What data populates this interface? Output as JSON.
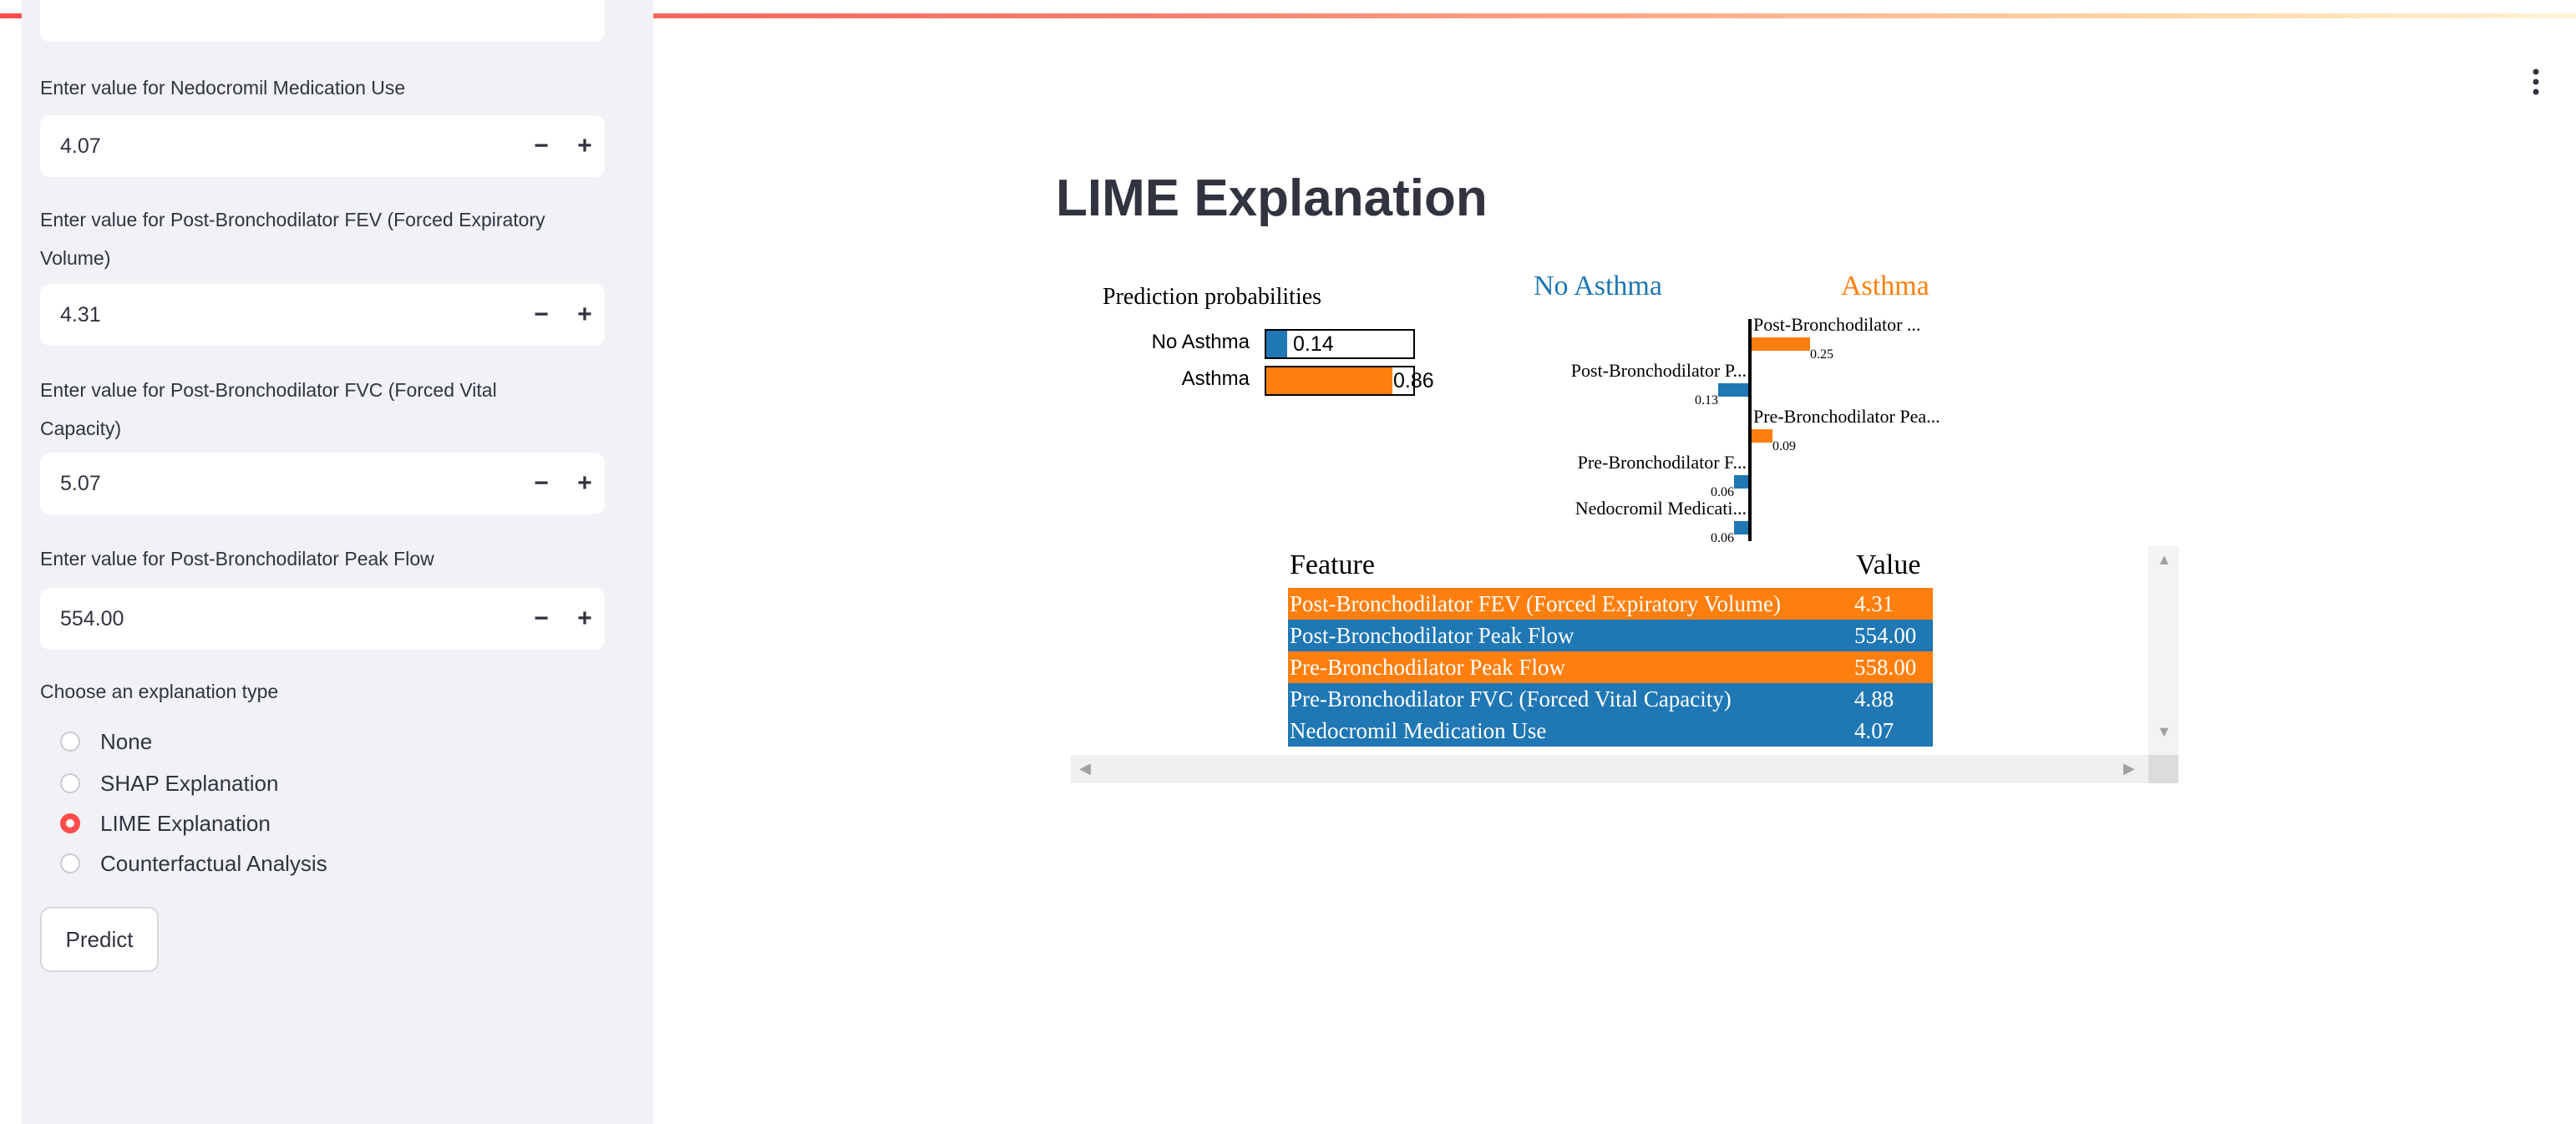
{
  "colors": {
    "accent": "#ff4b4b",
    "sidebar_bg": "#f0f2f6",
    "no_asthma": "#1f77b4",
    "asthma": "#ff7f0e",
    "row_blue": "#1f77b4",
    "row_orange": "#ff7f0e"
  },
  "sidebar": {
    "inputs": [
      {
        "label": "Enter value for Nedocromil Medication Use",
        "value": "4.07"
      },
      {
        "label": "Enter value for Post-Bronchodilator FEV (Forced Expiratory Volume)",
        "value": "4.31"
      },
      {
        "label": "Enter value for Post-Bronchodilator FVC (Forced Vital Capacity)",
        "value": "5.07"
      },
      {
        "label": "Enter value for Post-Bronchodilator Peak Flow",
        "value": "554.00"
      }
    ],
    "stepper_minus": "−",
    "stepper_plus": "+",
    "explanation_label": "Choose an explanation type",
    "explanation_options": [
      "None",
      "SHAP Explanation",
      "LIME Explanation",
      "Counterfactual Analysis"
    ],
    "selected_option": "LIME Explanation",
    "predict_label": "Predict"
  },
  "menu_icon": "vertical-ellipsis-icon",
  "main": {
    "title": "LIME Explanation",
    "prediction": {
      "title": "Prediction probabilities",
      "items": [
        {
          "label": "No Asthma",
          "value": "0.14",
          "prob": 0.14
        },
        {
          "label": "Asthma",
          "value": "0.86",
          "prob": 0.86
        }
      ]
    },
    "lime": {
      "neg_class": "No Asthma",
      "pos_class": "Asthma",
      "features": [
        {
          "label": "Post-Bronchodilator ...",
          "weight": "0.25",
          "side": "pos",
          "magnitude": 0.25
        },
        {
          "label": "Post-Bronchodilator P...",
          "weight": "0.13",
          "side": "neg",
          "magnitude": 0.13
        },
        {
          "label": "Pre-Bronchodilator Pea...",
          "weight": "0.09",
          "side": "pos",
          "magnitude": 0.09
        },
        {
          "label": "Pre-Bronchodilator F...",
          "weight": "0.06",
          "side": "neg",
          "magnitude": 0.06
        },
        {
          "label": "Nedocromil Medicati...",
          "weight": "0.06",
          "side": "neg",
          "magnitude": 0.06
        }
      ]
    },
    "table": {
      "headers": [
        "Feature",
        "Value"
      ],
      "rows": [
        {
          "feature": "Post-Bronchodilator FEV (Forced Expiratory Volume)",
          "value": "4.31",
          "color": "orange"
        },
        {
          "feature": "Post-Bronchodilator Peak Flow",
          "value": "554.00",
          "color": "blue"
        },
        {
          "feature": "Pre-Bronchodilator Peak Flow",
          "value": "558.00",
          "color": "orange"
        },
        {
          "feature": "Pre-Bronchodilator FVC (Forced Vital Capacity)",
          "value": "4.88",
          "color": "blue"
        },
        {
          "feature": "Nedocromil Medication Use",
          "value": "4.07",
          "color": "blue"
        }
      ]
    }
  }
}
